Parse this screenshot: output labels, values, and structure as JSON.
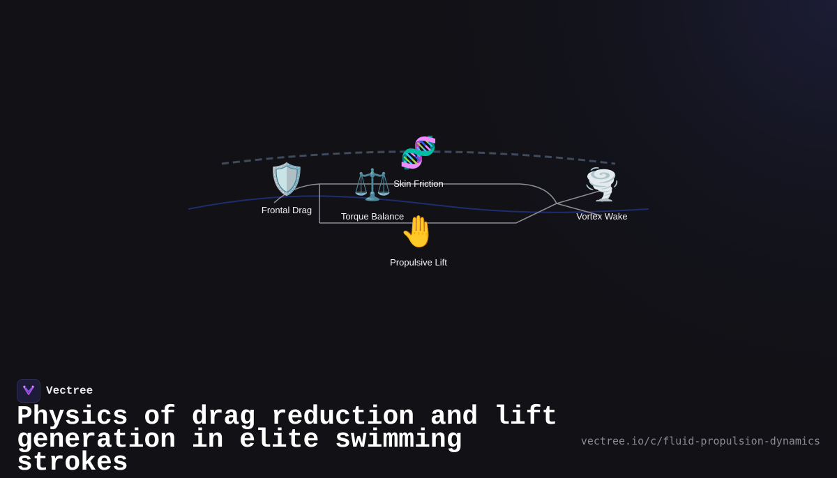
{
  "brand": {
    "name": "Vectree"
  },
  "title": "Physics of drag reduction and lift generation in elite swimming strokes",
  "url": "vectree.io/c/fluid-propulsion-dynamics",
  "colors": {
    "background": "#111116",
    "dashed_arc": "#3f4a5c",
    "water_curve": "#1e2d6e",
    "connector": "#8c8c96",
    "logo_accent": "#b14fe0"
  },
  "nodes": [
    {
      "id": "frontal-drag",
      "label": "Frontal Drag",
      "icon": "shield-icon",
      "glyph": "🛡️"
    },
    {
      "id": "skin-friction",
      "label": "Skin Friction",
      "icon": "dna-icon",
      "glyph": "🧬"
    },
    {
      "id": "torque-balance",
      "label": "Torque Balance",
      "icon": "scales-icon",
      "glyph": "⚖️"
    },
    {
      "id": "propulsive-lift",
      "label": "Propulsive Lift",
      "icon": "raised-hand-icon",
      "glyph": "🤚"
    },
    {
      "id": "vortex-wake",
      "label": "Vortex Wake",
      "icon": "tornado-icon",
      "glyph": "🌪️"
    }
  ]
}
